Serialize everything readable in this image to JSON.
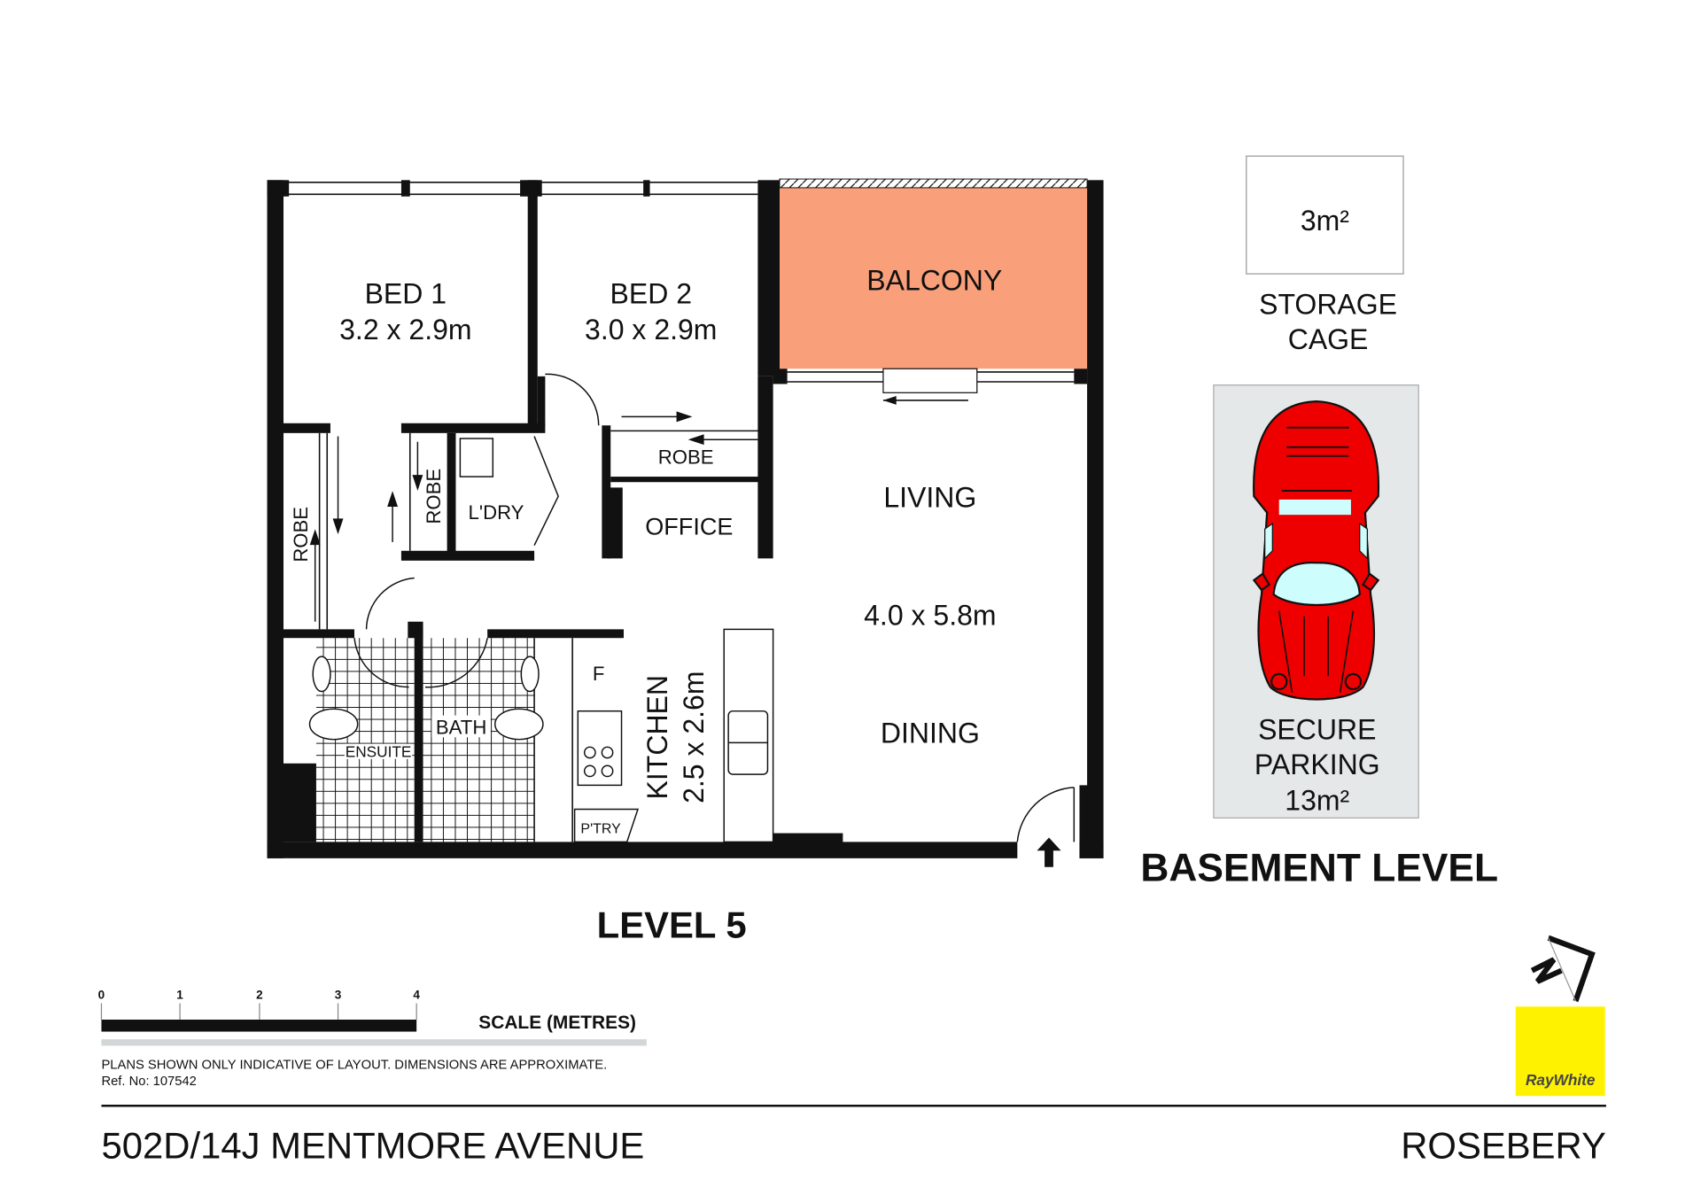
{
  "floor_plan": {
    "level_title": "LEVEL 5",
    "rooms": {
      "bed1": {
        "name": "BED 1",
        "size": "3.2 x 2.9m"
      },
      "bed2": {
        "name": "BED 2",
        "size": "3.0 x 2.9m"
      },
      "balcony": {
        "name": "BALCONY"
      },
      "robe_bed2": "ROBE",
      "robe_ldry": "ROBE",
      "robe_bed1": "ROBE",
      "laundry": "L'DRY",
      "office": "OFFICE",
      "living": "LIVING",
      "living_size": "4.0 x 5.8m",
      "dining": "DINING",
      "kitchen": "KITCHEN",
      "kitchen_size": "2.5 x 2.6m",
      "fridge": "F",
      "pantry": "P'TRY",
      "ensuite": "ENSUITE",
      "bath": "BATH"
    },
    "colors": {
      "balcony": "#F9A07A",
      "wall": "#111111",
      "parking_bg": "#E4E8E9",
      "car": "#EE0000",
      "car_glass": "#CDFDFC"
    }
  },
  "basement": {
    "title": "BASEMENT LEVEL",
    "storage": {
      "area": "3m²",
      "label_line1": "STORAGE",
      "label_line2": "CAGE"
    },
    "parking": {
      "line1": "SECURE",
      "line2": "PARKING",
      "area": "13m²"
    }
  },
  "scale_bar": {
    "ticks": [
      "0",
      "1",
      "2",
      "3",
      "4"
    ],
    "label": "SCALE (METRES)"
  },
  "disclaimer": "PLANS SHOWN ONLY INDICATIVE OF LAYOUT.  DIMENSIONS ARE APPROXIMATE.",
  "ref": "Ref. No: 107542",
  "footer": {
    "address": "502D/14J MENTMORE AVENUE",
    "suburb": "ROSEBERY"
  },
  "brand": {
    "name": "RayWhite",
    "color": "#FFF200"
  },
  "north_arrow": {
    "icon": "north-arrow-icon"
  }
}
